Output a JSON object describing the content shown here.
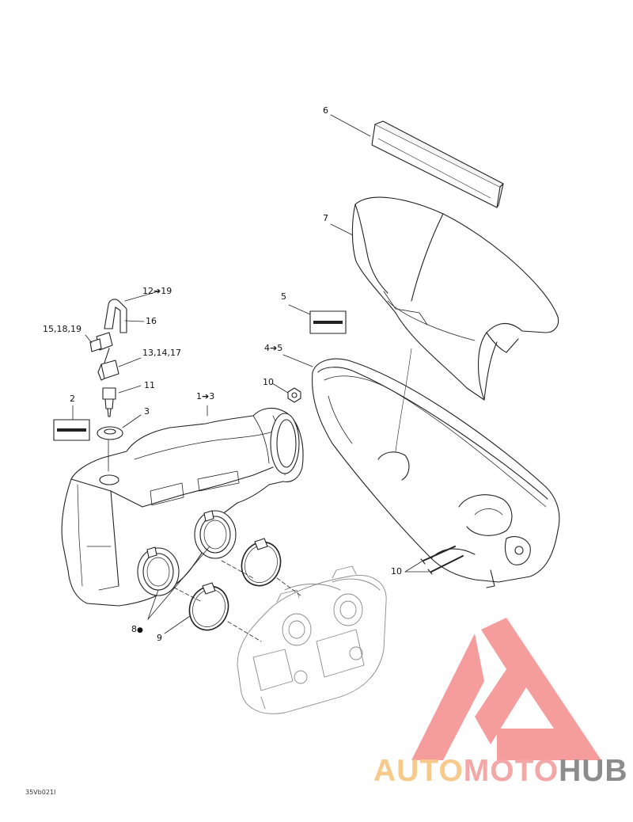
{
  "callouts": {
    "c1": "6",
    "c2": "7",
    "c3": "12➔19",
    "c4": "16",
    "c5": "15,18,19",
    "c6": "13,14,17",
    "c7": "5",
    "c8": "4➔5",
    "c9": "11",
    "c10": "10",
    "c11": "2",
    "c12": "1➔3",
    "c13": "3",
    "c14": "10",
    "c15": "8",
    "c16": "9"
  },
  "reference_code": "35Vb021I",
  "watermark": {
    "word1": "AUTO",
    "word2": "MOTO",
    "word3": "HUB",
    "color1": "#f7c98a",
    "color2": "#f4a7a7",
    "color3": "#8c8c8c",
    "logo_color": "#f38b8b"
  }
}
